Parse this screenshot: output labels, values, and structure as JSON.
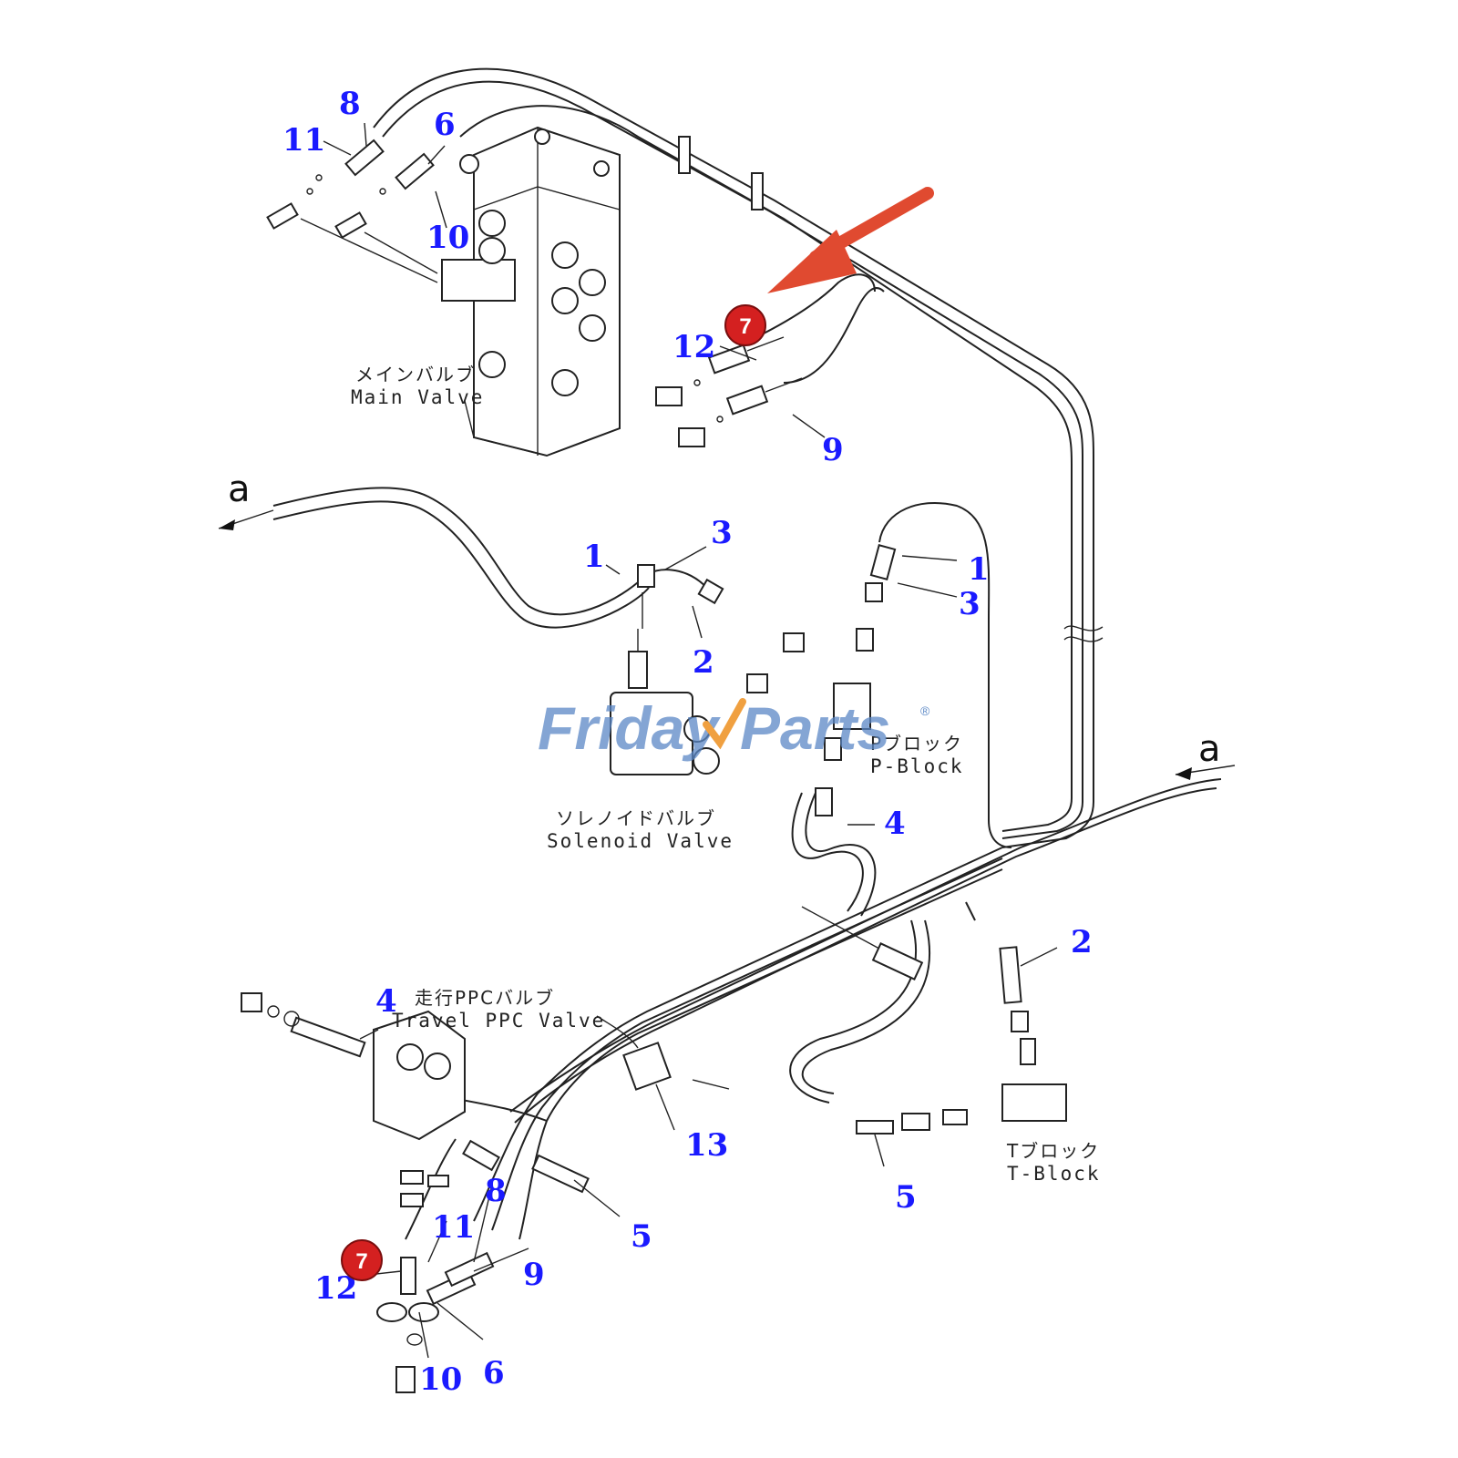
{
  "colors": {
    "callout": "#1a1aff",
    "badge": "#d42020",
    "arrow": "#e04a30",
    "watermark": "#5b88c6",
    "watermark_check": "#f0a040"
  },
  "watermark": {
    "text_a": "Friday",
    "text_b": "Parts",
    "mark": "®"
  },
  "labels": {
    "main_valve_jp": "メインバルブ",
    "main_valve_en": "Main Valve",
    "solenoid_valve_jp": "ソレノイドバルブ",
    "solenoid_valve_en": "Solenoid Valve",
    "p_block_jp": "Pブロック",
    "p_block_en": "P-Block",
    "t_block_jp": "Tブロック",
    "t_block_en": "T-Block",
    "travel_ppc_jp": "走行PPCバルブ",
    "travel_ppc_en": "Travel PPC Valve",
    "ref_a_left": "a",
    "ref_a_right": "a"
  },
  "highlight": {
    "badge_top": "7",
    "badge_bottom": "7",
    "arrow_icon": "pointer-arrow-icon"
  },
  "callouts": {
    "top": [
      "8",
      "11",
      "6",
      "10",
      "12",
      "9"
    ],
    "middle": [
      "1",
      "3",
      "2",
      "1",
      "3",
      "4",
      "2"
    ],
    "bottom": [
      "4",
      "13",
      "5",
      "8",
      "11",
      "9",
      "12",
      "10",
      "6",
      "5"
    ]
  }
}
